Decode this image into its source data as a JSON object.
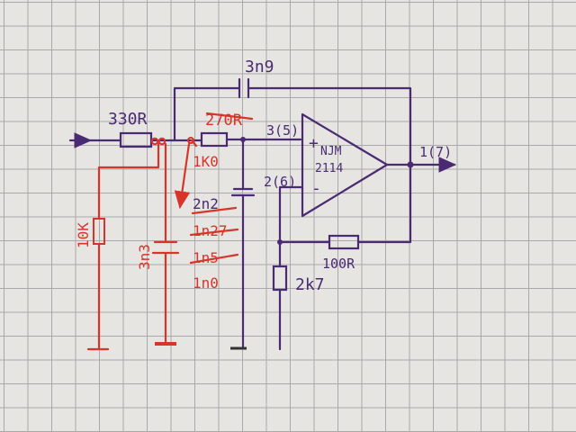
{
  "feedback_capacitor": "3n9",
  "input_resistor": "330R",
  "series_resistor_old": "270R",
  "series_resistor": "1K0",
  "opamp_line1": "NJM",
  "opamp_line2": "2114",
  "pin_noninverting": "3(5)",
  "pin_inverting": "2(6)",
  "pin_output": "1(7)",
  "plus_sign": "+",
  "minus_sign": "-",
  "ground_cap_old": "2n2",
  "ground_cap_struck_1": "1n27",
  "ground_cap_struck_2": "1n5",
  "ground_cap": "1n0",
  "feedback_resistor": "100R",
  "ground_resistor": "2k7",
  "shunt_resistor": "10K",
  "shunt_capacitor": "3n3",
  "colors": {
    "ink_purple": "#4a2a72",
    "ink_red": "#d8342a",
    "paper": "#e6e5e2",
    "grid": "#a9a9ab"
  }
}
